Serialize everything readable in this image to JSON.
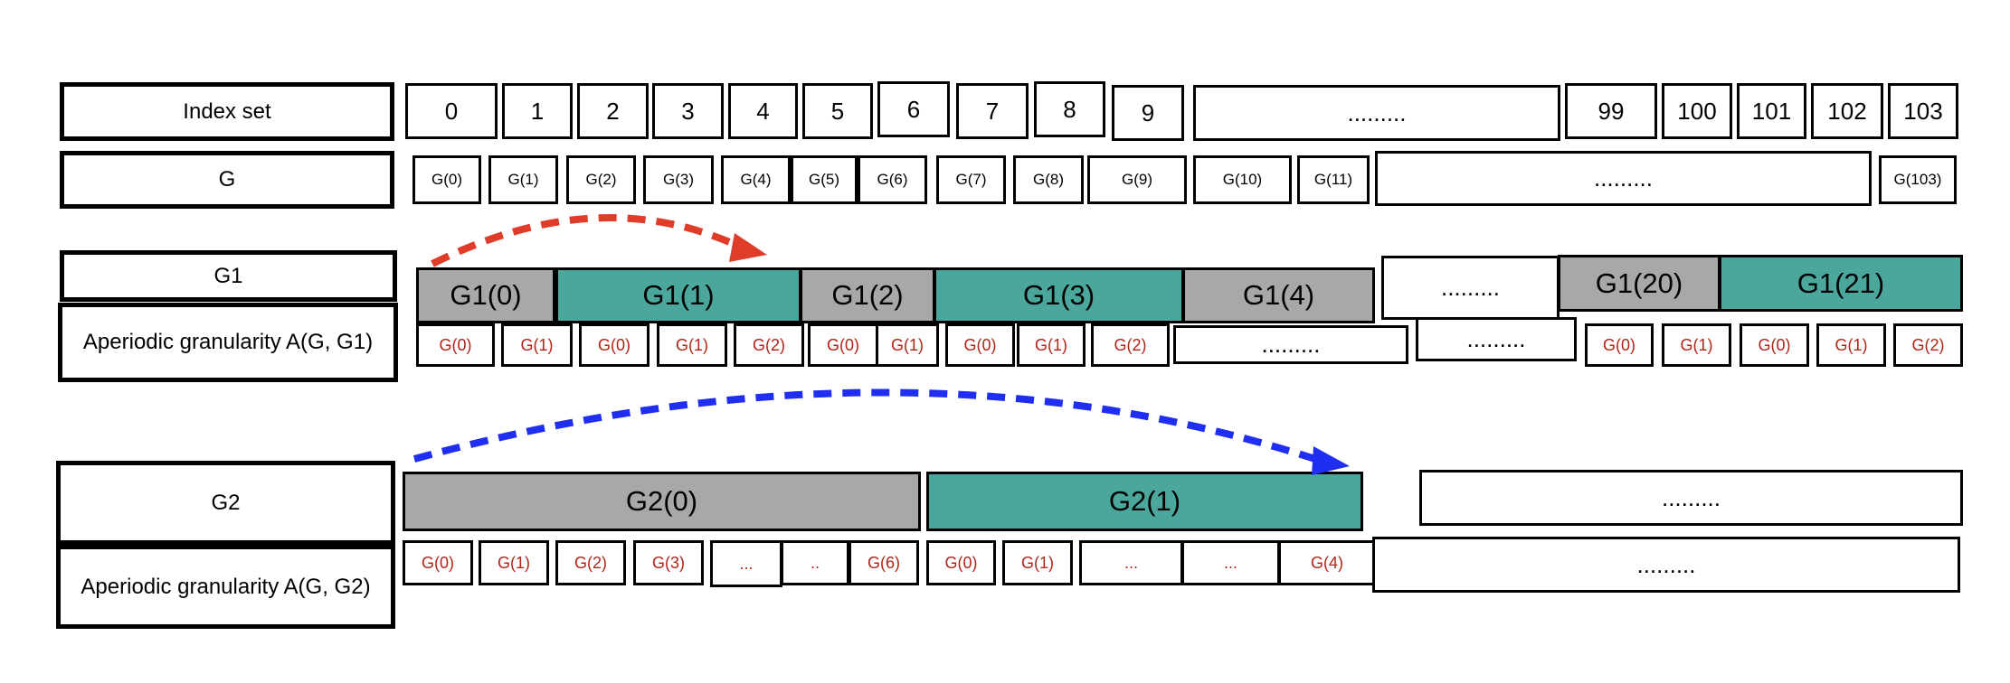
{
  "labels": {
    "index_set": "Index set",
    "g": "G",
    "g1": "G1",
    "agg1": "Aperiodic granularity A(G, G1)",
    "g2": "G2",
    "agg2": "Aperiodic granularity A(G, G2)"
  },
  "index_set": [
    "0",
    "1",
    "2",
    "3",
    "4",
    "5",
    "6",
    "7",
    "8",
    "9",
    ".........",
    "99",
    "100",
    "101",
    "102",
    "103"
  ],
  "g_row": [
    "G(0)",
    "G(1)",
    "G(2)",
    "G(3)",
    "G(4)",
    "G(5)",
    "G(6)",
    "G(7)",
    "G(8)",
    "G(9)",
    "G(10)",
    "G(11)",
    ".........",
    "G(103)"
  ],
  "g1_row": [
    "G1(0)",
    "G1(1)",
    "G1(2)",
    "G1(3)",
    "G1(4)",
    ".........",
    "G1(20)",
    "G1(21)"
  ],
  "a1_row": [
    "G(0)",
    "G(1)",
    "G(0)",
    "G(1)",
    "G(2)",
    "G(0)",
    "G(1)",
    "G(0)",
    "G(1)",
    "G(2)",
    ".........",
    ".........",
    "G(0)",
    "G(1)",
    "G(0)",
    "G(1)",
    "G(2)"
  ],
  "g2_row": [
    "G2(0)",
    "G2(1)",
    "........."
  ],
  "a2_row": [
    "G(0)",
    "G(1)",
    "G(2)",
    "G(3)",
    "...",
    "..",
    "G(6)",
    "G(0)",
    "G(1)",
    "...",
    "...",
    "G(4)",
    "........."
  ],
  "colors": {
    "gray": "#a8a8a8",
    "teal": "#4ba69c",
    "red_arrow": "#e03c2a",
    "blue_arrow": "#1f2ef0",
    "red_text": "#b32418"
  }
}
